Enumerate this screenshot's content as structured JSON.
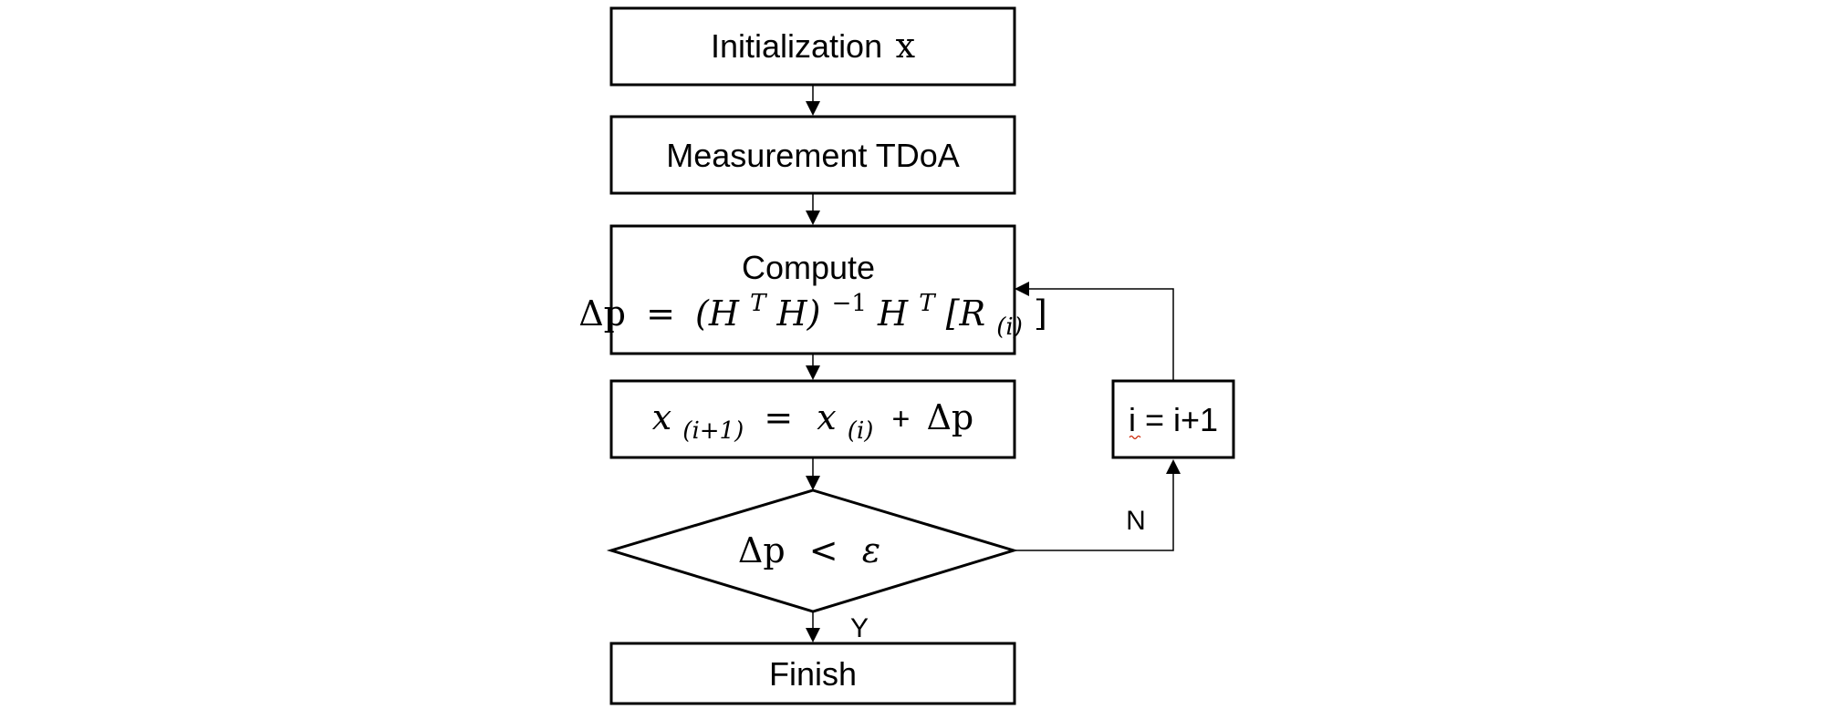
{
  "nodes": {
    "init": {
      "text": "Initialization",
      "var": "x"
    },
    "measure": {
      "text": "Measurement TDoA"
    },
    "compute": {
      "title": "Compute",
      "lhs": "Δp",
      "eq": "=",
      "term1": "(H",
      "sup1": "T",
      "term2": "H)",
      "sup2": "−1",
      "term3": "H",
      "sup3": "T",
      "term4": "[R",
      "sub4": "(i)",
      "term5": "]"
    },
    "update": {
      "lhs": "x",
      "lhs_sub": "(i+1)",
      "eq": "=",
      "rhs": "x",
      "rhs_sub": "(i)",
      "plus": "+",
      "delta": "Δp"
    },
    "decision": {
      "lhs": "Δp",
      "op": "<",
      "rhs": "ε"
    },
    "increment": {
      "text": "i = i+1"
    },
    "finish": {
      "text": "Finish"
    }
  },
  "edges": {
    "no_label": "N",
    "yes_label": "Y"
  }
}
